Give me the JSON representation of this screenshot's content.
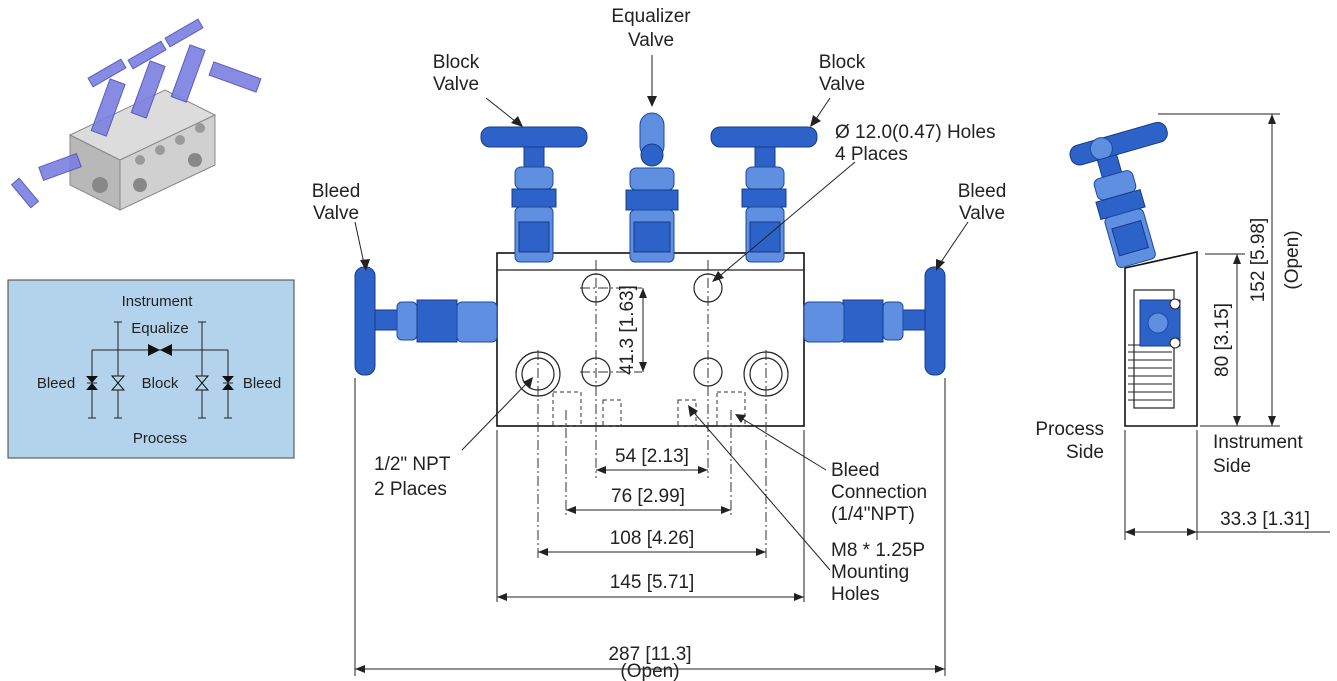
{
  "labels": {
    "equalizer_valve": [
      "Equalizer",
      "Valve"
    ],
    "block_valve_left": [
      "Block",
      "Valve"
    ],
    "block_valve_right": [
      "Block",
      "Valve"
    ],
    "bleed_valve_left": [
      "Bleed",
      "Valve"
    ],
    "bleed_valve_right": [
      "Bleed",
      "Valve"
    ],
    "holes_note": [
      "Ø 12.0(0.47) Holes",
      "4 Places"
    ],
    "npt_note": [
      "1/2\" NPT",
      "2 Places"
    ],
    "bleed_connection": [
      "Bleed",
      "Connection",
      "(1/4\"NPT)"
    ],
    "mounting_holes": [
      "M8 * 1.25P",
      "Mounting",
      "Holes"
    ],
    "open_note": "(Open)",
    "process_side": [
      "Process",
      "Side"
    ],
    "instrument_side": [
      "Instrument",
      "Side"
    ]
  },
  "dimensions": {
    "d54": "54 [2.13]",
    "d76": "76 [2.99]",
    "d108": "108 [4.26]",
    "d145": "145 [5.71]",
    "d287": "287 [11.3]",
    "d41": "41.3 [1.63]",
    "d80": "80 [3.15]",
    "d152": "152 [5.98]",
    "d152_open": "(Open)",
    "d33": "33.3 [1.31]"
  },
  "schematic": {
    "top": "Instrument",
    "equalize": "Equalize",
    "bleed_left": "Bleed",
    "block": "Block",
    "bleed_right": "Bleed",
    "bottom": "Process",
    "bg_color": "#b2d3eb"
  },
  "colors": {
    "valve_blue": "#2d63c8",
    "iso_body": "#c9c9c9",
    "iso_valve": "#7b7fe0"
  }
}
